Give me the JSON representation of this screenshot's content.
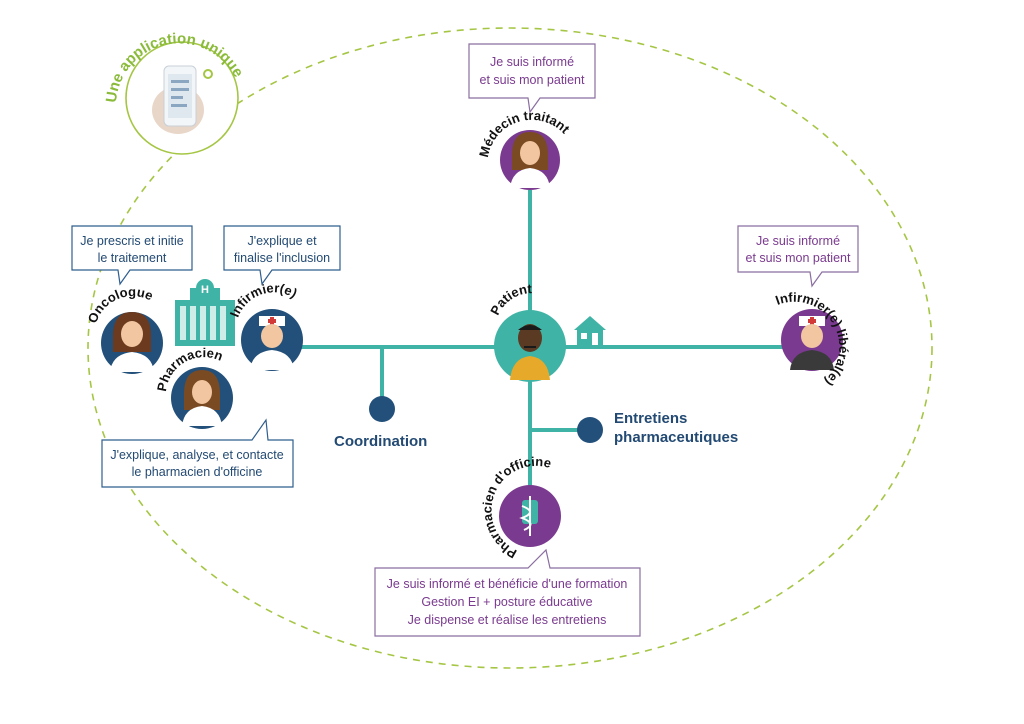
{
  "colors": {
    "teal": "#3fb3a5",
    "navy": "#22507a",
    "purple": "#7a3a8f",
    "purple_border": "#8a6ea0",
    "blue_border": "#2f5f8f",
    "green_dash": "#a5c644",
    "green_text": "#8bbb3a"
  },
  "app": {
    "label": "Une application unique",
    "icon": "phone-app-icon"
  },
  "actors": {
    "oncologue": "Oncologue",
    "infirmier": "Infirmier(e)",
    "pharmacien": "Pharmacien",
    "patient": "Patient",
    "medecin": "Médecin traitant",
    "infirmier_liberal": "Infirmier(e) libéral(e)",
    "pharmacien_officine": "Pharmacien d'officine"
  },
  "bubbles": {
    "oncologue": [
      "Je prescris et initie",
      "le traitement"
    ],
    "infirmier": [
      "J'explique et",
      "finalise l'inclusion"
    ],
    "pharmacien": [
      "J'explique, analyse, et contacte",
      "le pharmacien d'officine"
    ],
    "medecin": [
      "Je suis informé",
      "et suis mon patient"
    ],
    "infirmier_liberal": [
      "Je suis informé",
      "et suis mon patient"
    ],
    "pharmacien_officine": [
      "Je suis informé et bénéficie d'une formation",
      "Gestion EI + posture éducative",
      "Je dispense et réalise les entretiens"
    ]
  },
  "nodes": {
    "coordination": "Coordination",
    "entretiens": [
      "Entretiens",
      "pharmaceutiques"
    ]
  },
  "icons": {
    "hospital": "hospital-icon",
    "house": "house-icon"
  }
}
